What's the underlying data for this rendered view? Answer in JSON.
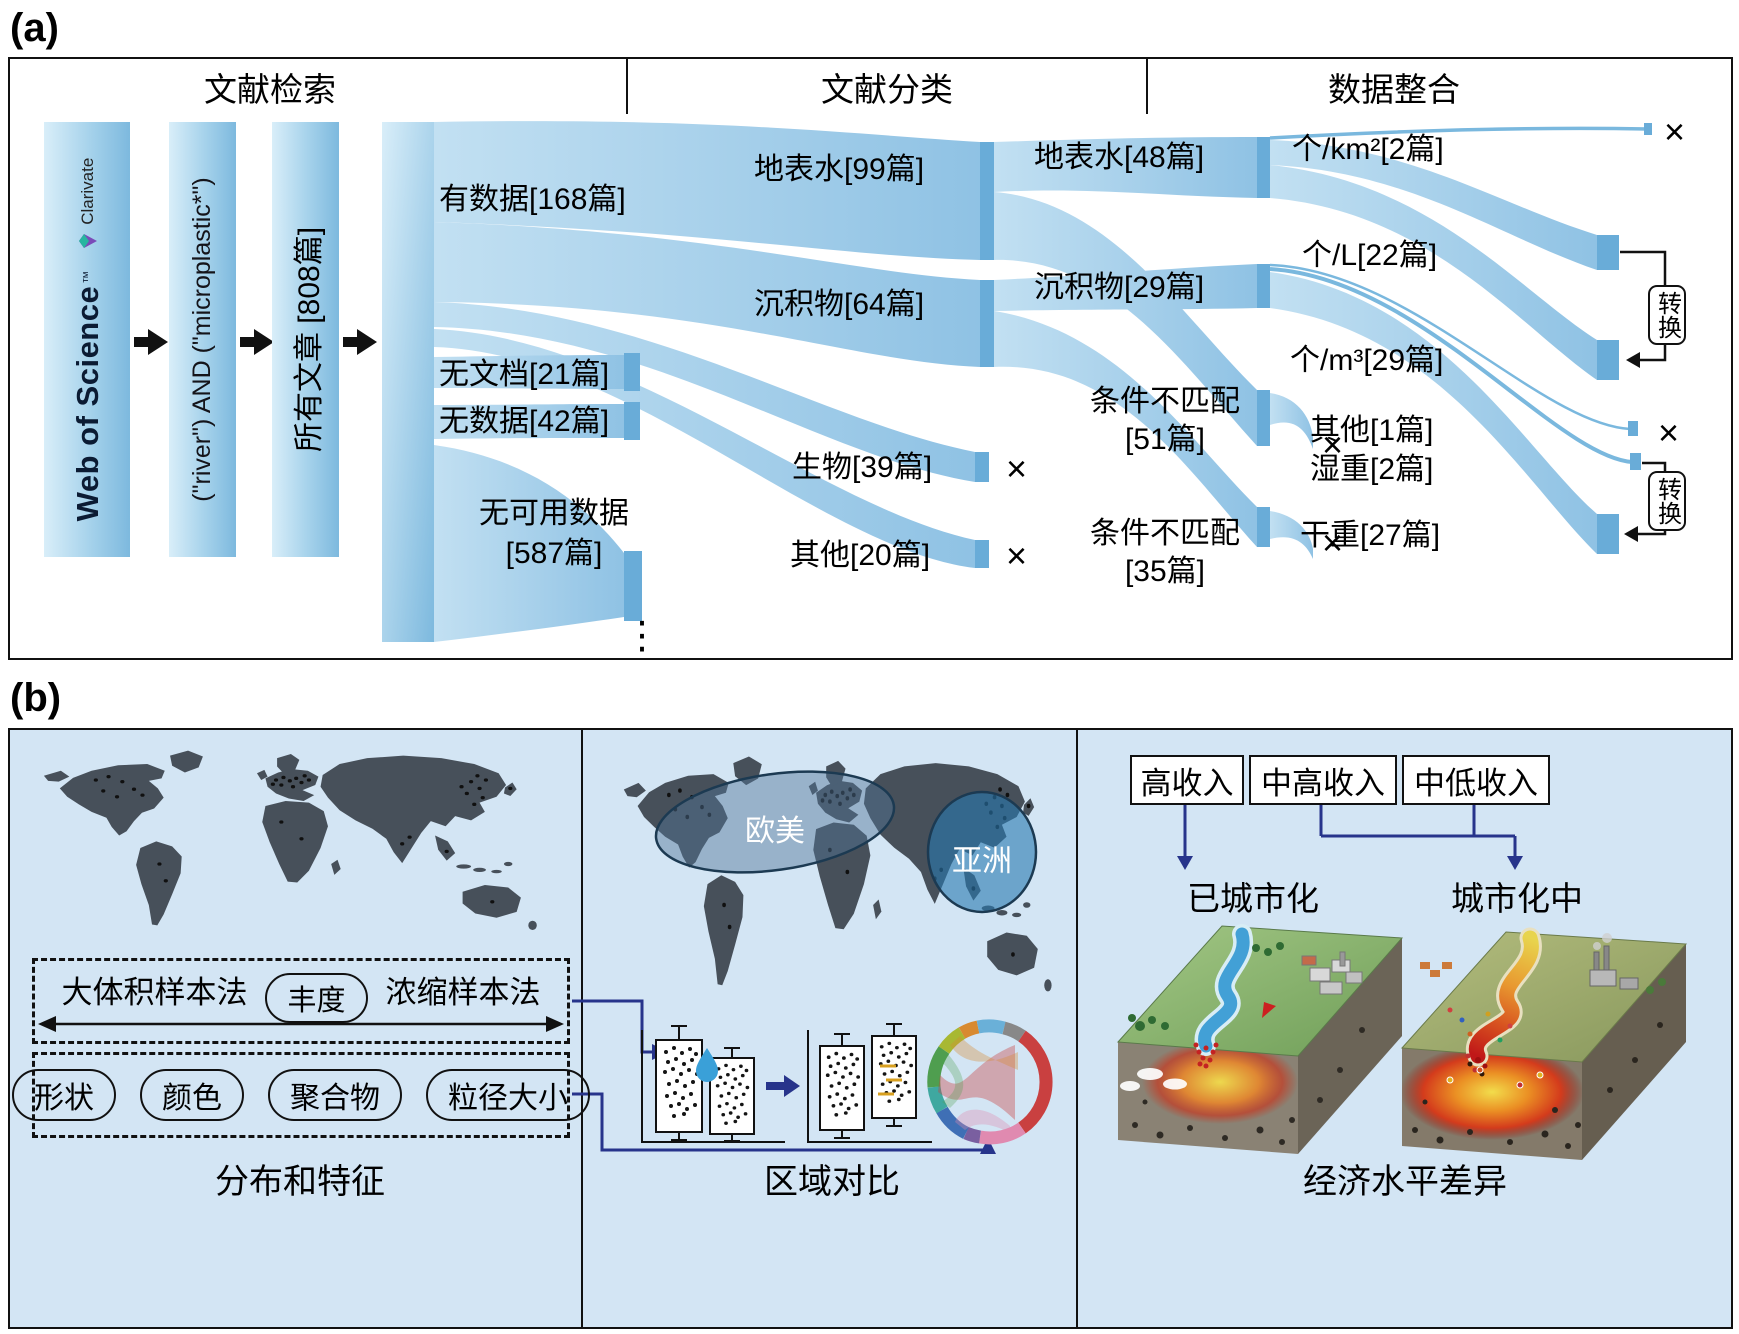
{
  "panel_a": {
    "tag": "(a)",
    "headers": {
      "search": "文献检索",
      "classify": "文献分类",
      "integrate": "数据整合"
    },
    "source_bar": {
      "brand": "Clarivate",
      "name": "Web of Science",
      "tm": "™"
    },
    "query_bar": "(\"river\") AND (\"microplastic*\")",
    "all_articles_bar": "所有文章 [808篇]",
    "screen": {
      "with_data": "有数据[168篇]",
      "no_document": "无文档[21篇]",
      "no_data": "无数据[42篇]",
      "no_usable_line1": "无可用数据",
      "no_usable_line2": "[587篇]",
      "more": "⋮"
    },
    "classify": {
      "surface_water": "地表水[99篇]",
      "sediment": "沉积物[64篇]",
      "biota": "生物[39篇]",
      "other": "其他[20篇]"
    },
    "filter": {
      "surface_water": "地表水[48篇]",
      "sediment": "沉积物[29篇]",
      "mismatch_sw_line1": "条件不匹配",
      "mismatch_sw_line2": "[51篇]",
      "mismatch_sed_line1": "条件不匹配",
      "mismatch_sed_line2": "[35篇]"
    },
    "units": {
      "per_km2": "个/km²[2篇]",
      "per_L": "个/L[22篇]",
      "per_m3": "个/m³[29篇]",
      "other": "其他[1篇]",
      "wet_weight": "湿重[2篇]",
      "dry_weight": "干重[27篇]"
    },
    "convert": "转换",
    "exclude_mark": "×"
  },
  "panel_b": {
    "tag": "(b)",
    "distribution": {
      "title": "分布和特征",
      "method_left": "大体积样本法",
      "abundance_pill": "丰度",
      "method_right": "浓缩样本法",
      "feature_pills": [
        "形状",
        "颜色",
        "聚合物",
        "粒径大小"
      ]
    },
    "regional": {
      "title": "区域对比",
      "region_west": "欧美",
      "region_asia": "亚洲"
    },
    "economic": {
      "title": "经济水平差异",
      "income_levels": [
        "高收入",
        "中高收入",
        "中低收入"
      ],
      "urbanized": "已城市化",
      "urbanizing": "城市化中"
    }
  }
}
